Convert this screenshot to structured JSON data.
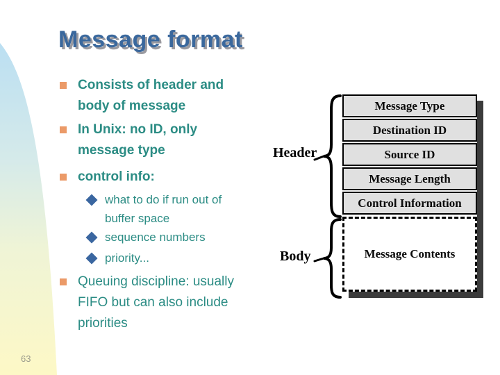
{
  "slide": {
    "title": "Message format",
    "page_number": "63",
    "bullets": [
      {
        "level": 1,
        "bold": true,
        "marker": "square",
        "text": "Consists of header and\nbody of message"
      },
      {
        "level": 1,
        "bold": true,
        "marker": "square",
        "text": "In Unix: no ID, only\nmessage type"
      },
      {
        "level": 1,
        "bold": true,
        "marker": "square",
        "text": "control info:"
      },
      {
        "level": 2,
        "bold": false,
        "marker": "diamond",
        "text": "what to do if run out of\nbuffer space"
      },
      {
        "level": 2,
        "bold": false,
        "marker": "diamond",
        "text": "sequence numbers"
      },
      {
        "level": 2,
        "bold": false,
        "marker": "diamond",
        "text": "priority..."
      },
      {
        "level": 1,
        "bold": false,
        "marker": "square",
        "text": "Queuing discipline: usually\nFIFO but can also include\npriorities"
      }
    ]
  },
  "diagram": {
    "header_label": "Header",
    "body_label": "Body",
    "header_fields": [
      "Message Type",
      "Destination ID",
      "Source ID",
      "Message Length",
      "Control Information"
    ],
    "body_fields": [
      "Message Contents"
    ]
  },
  "colors": {
    "title_blue": "#3A689D",
    "title_shadow_gray": "#9A9AA0",
    "body_text_teal": "#2B8C84",
    "square_bullet_orange": "#EB9A68",
    "diamond_bullet_blue": "#3A66A0",
    "box_fill_gray": "#E0E0E0",
    "box_border_black": "#000000",
    "drop_shadow_gray": "#3B3B3B",
    "deco_top_blue": "#BBDFF2",
    "deco_bottom_yellow": "#FDF8C6",
    "page_number_gray": "#9B9B8C"
  }
}
